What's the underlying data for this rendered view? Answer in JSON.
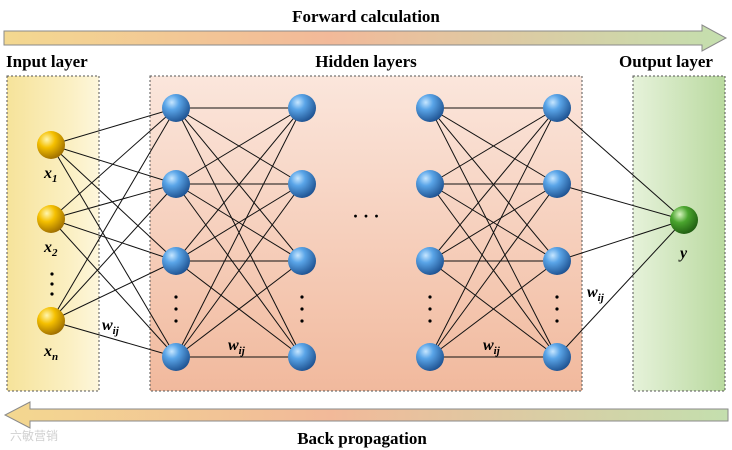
{
  "banner_top": "Forward calculation",
  "banner_bottom": "Back propagation",
  "layers": {
    "input": "Input layer",
    "hidden": "Hidden layers",
    "output": "Output layer"
  },
  "input_nodes": [
    {
      "base": "x",
      "sub": "1"
    },
    {
      "base": "x",
      "sub": "2"
    },
    {
      "base": "x",
      "sub": "n"
    }
  ],
  "output_node": {
    "label": "y"
  },
  "weights": {
    "base": "w",
    "sub": "ij"
  },
  "ellipsis": "· · ·",
  "watermark": "六敏营销",
  "colors": {
    "input_node": "#f2b800",
    "hidden_node": "#3f8fd6",
    "output_node": "#3f9e2c"
  }
}
